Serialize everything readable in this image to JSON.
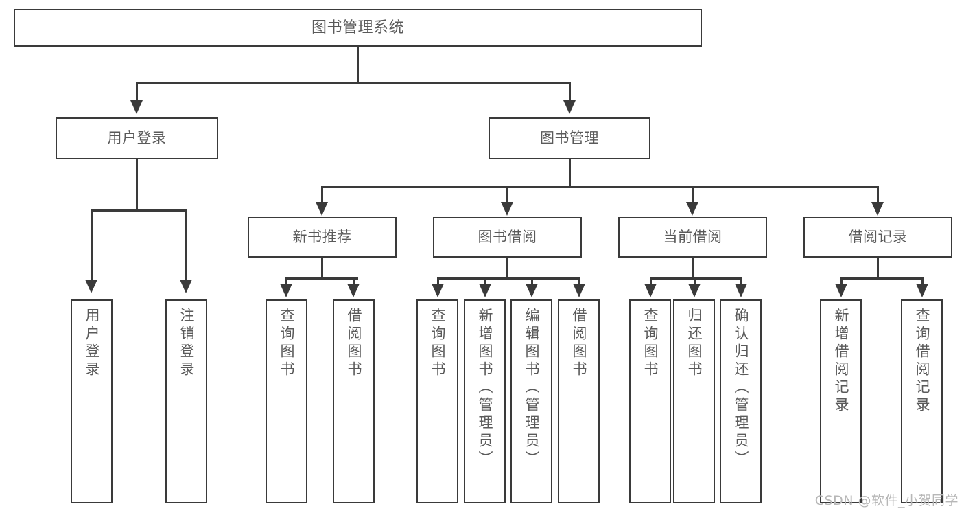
{
  "diagram": {
    "kind": "functional-structure-tree",
    "title": "图书管理系统",
    "root": {
      "label": "图书管理系统"
    },
    "level2": [
      {
        "label": "用户登录"
      },
      {
        "label": "图书管理"
      }
    ],
    "level3": [
      {
        "label": "新书推荐"
      },
      {
        "label": "图书借阅"
      },
      {
        "label": "当前借阅"
      },
      {
        "label": "借阅记录"
      }
    ],
    "leaves": {
      "user_login": [
        {
          "label": "用户登录"
        },
        {
          "label": "注销登录"
        }
      ],
      "new_book_recommend": [
        {
          "label": "查询图书"
        },
        {
          "label": "借阅图书"
        }
      ],
      "book_borrow": [
        {
          "label": "查询图书"
        },
        {
          "label": "新增图书（管理员）"
        },
        {
          "label": "编辑图书（管理员）"
        },
        {
          "label": "借阅图书"
        }
      ],
      "current_borrow": [
        {
          "label": "查询图书"
        },
        {
          "label": "归还图书"
        },
        {
          "label": "确认归还（管理员）"
        }
      ],
      "borrow_record": [
        {
          "label": "新增借阅记录"
        },
        {
          "label": "查询借阅记录"
        }
      ]
    }
  },
  "watermark": {
    "text": "CSDN @软件_小贺同学"
  },
  "colors": {
    "box_border": "#3a3a3a",
    "box_fill": "#ffffff",
    "text": "#5a5a5a",
    "connector": "#3a3a3a",
    "watermark": "#b7b7b7",
    "background": "#ffffff"
  }
}
